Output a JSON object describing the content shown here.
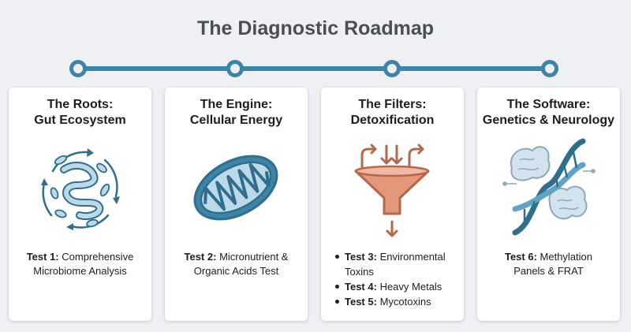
{
  "title": "The Diagnostic Roadmap",
  "colors": {
    "accent": "#3c84a8",
    "icon_stroke": "#2f6e8c",
    "icon_fill": "#bcd9e8",
    "funnel": "#d77f5f",
    "background": "#eef0f3"
  },
  "cards": [
    {
      "title_line1": "The Roots:",
      "title_line2": "Gut Ecosystem",
      "icon": "gut-microbiome-icon",
      "test_label": "Test 1:",
      "test_text_line1": "Comprehensive",
      "test_text_line2": "Microbiome Analysis"
    },
    {
      "title_line1": "The Engine:",
      "title_line2": "Cellular Energy",
      "icon": "mitochondria-icon",
      "test_label": "Test 2:",
      "test_text_line1": "Micronutrient &",
      "test_text_line2": "Organic Acids Test"
    },
    {
      "title_line1": "The Filters:",
      "title_line2": "Detoxification",
      "icon": "funnel-filter-icon",
      "tests": [
        {
          "label": "Test 3:",
          "text_line1": "Environmental",
          "text_line2": "Toxins"
        },
        {
          "label": "Test 4:",
          "text": "Heavy Metals"
        },
        {
          "label": "Test 5:",
          "text": "Mycotoxins"
        }
      ]
    },
    {
      "title_line1": "The Software:",
      "title_line2": "Genetics & Neurology",
      "icon": "dna-brain-icon",
      "test_label": "Test 6:",
      "test_text_line1": "Methylation",
      "test_text_line2": "Panels & FRAT"
    }
  ]
}
